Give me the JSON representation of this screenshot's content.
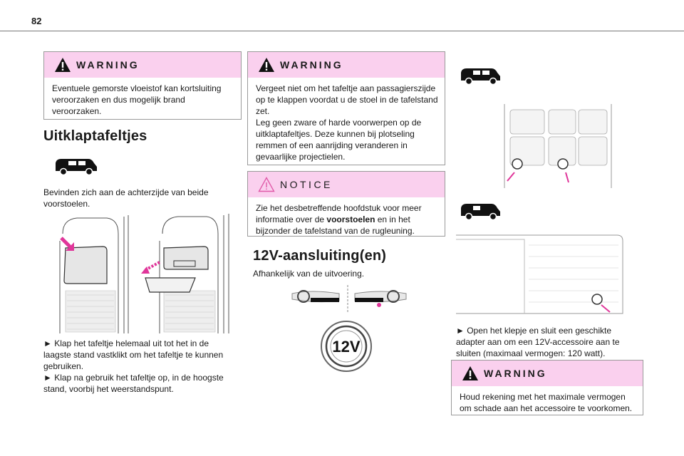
{
  "page": {
    "number": "82"
  },
  "warning1": {
    "title": "WARNING",
    "text": "Eventuele gemorste vloeistof kan kortsluiting veroorzaken en dus mogelijk brand veroorzaken."
  },
  "section1": {
    "title": "Uitklaptafeltjes",
    "intro": "Bevinden zich aan de achterzijde van beide voorstoelen.",
    "step1": "► Klap het tafeltje helemaal uit tot het in de laagste stand vastklikt om het tafeltje te kunnen gebruiken.",
    "step2": "► Klap na gebruik het tafeltje op, in de hoogste stand, voorbij het weerstandspunt."
  },
  "warning2": {
    "title": "WARNING",
    "line1": "Vergeet niet om het tafeltje aan passagierszijde op te klappen voordat u de stoel in de tafelstand zet.",
    "line2": "Leg geen zware of harde voorwerpen op de uitklaptafeltjes. Deze kunnen bij plotseling remmen of een aanrijding veranderen in gevaarlijke projectielen."
  },
  "notice": {
    "title": "NOTICE",
    "text_before": "Zie het desbetreffende hoofdstuk voor meer informatie over de ",
    "text_bold": "voorstoelen",
    "text_after": " en in het bijzonder de tafelstand van de rugleuning."
  },
  "section2": {
    "title": "12V-aansluiting(en)",
    "intro": "Afhankelijk van de uitvoering.",
    "socket_label": "12V",
    "step": "► Open het klepje en sluit een geschikte adapter aan om een 12V-accessoire aan te sluiten (maximaal vermogen: 120 watt)."
  },
  "warning3": {
    "title": "WARNING",
    "text": "Houd rekening met het maximale vermogen om schade aan het accessoire te voorkomen."
  },
  "icons": {
    "warning": "warning-triangle-icon",
    "notice": "notice-triangle-icon",
    "vehicle": "van-icon"
  },
  "colors": {
    "header_pink": "#fad0ee",
    "accent_magenta": "#e0369a",
    "notice_triangle": "#e05aa8"
  }
}
